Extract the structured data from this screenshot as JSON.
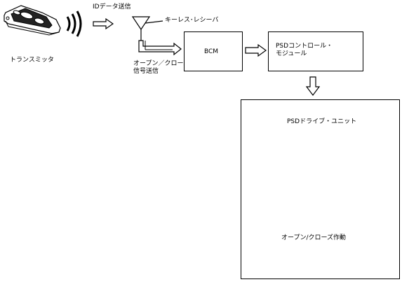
{
  "labels": {
    "id_data_tx": "IDデータ送信",
    "keyless_receiver": "キーレス･レシーバ",
    "transmitter": "トランスミッタ",
    "open_close_signal": "オープン／クローズ\n信号送信",
    "bcm": "BCM",
    "psd_control_module": "PSDコントロール・\nモジュール",
    "psd_drive_unit": "PSDドライブ・ユニット",
    "open_close_operation": "オープン/クローズ作動"
  }
}
